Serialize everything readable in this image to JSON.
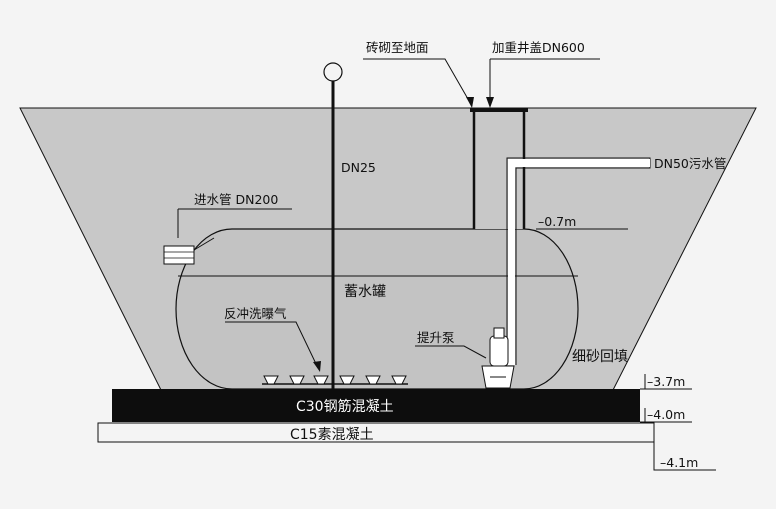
{
  "labels": {
    "brick_to_ground": "砖砌至地面",
    "weighted_cover": "加重井盖DN600",
    "vent_pipe": "DN25",
    "sewage_pipe": "DN50污水管",
    "inlet_pipe": "进水管 DN200",
    "level_top": "–0.7m",
    "tank": "蓄水罐",
    "backwash_aeration": "反冲洗曝气",
    "lift_pump": "提升泵",
    "fine_sand_backfill": "细砂回填",
    "level_base_top": "–3.7m",
    "rc_slab": "C30钢筋混凝土",
    "level_slab_bottom": "–4.0m",
    "plain_concrete": "C15素混凝土",
    "level_bottom": "–4.1m"
  },
  "colors": {
    "background": "#f4f4f4",
    "backfill": "#c8c8c8",
    "tank_fill": "#c3c3c3",
    "concrete_slab": "#0d0d0d",
    "plain_concrete": "#f4f4f4",
    "line": "#111111"
  }
}
